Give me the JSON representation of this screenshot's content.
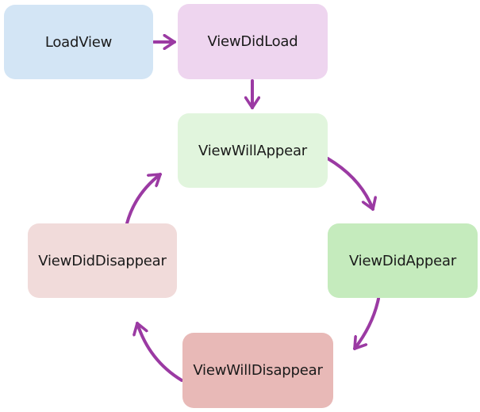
{
  "colors": {
    "arrow": "#9b3aa3"
  },
  "nodes": {
    "load_view": {
      "label": "LoadView",
      "color": "#d3e5f5"
    },
    "view_did_load": {
      "label": "ViewDidLoad",
      "color": "#eed5ef"
    },
    "view_will_appear": {
      "label": "ViewWillAppear",
      "color": "#e1f5dd"
    },
    "view_did_appear": {
      "label": "ViewDidAppear",
      "color": "#c5ebbd"
    },
    "view_will_disappear": {
      "label": "ViewWillDisappear",
      "color": "#e8b9b7"
    },
    "view_did_disappear": {
      "label": "ViewDidDisappear",
      "color": "#f1dbda"
    }
  },
  "edges": [
    {
      "from": "LoadView",
      "to": "ViewDidLoad"
    },
    {
      "from": "ViewDidLoad",
      "to": "ViewWillAppear"
    },
    {
      "from": "ViewWillAppear",
      "to": "ViewDidAppear"
    },
    {
      "from": "ViewDidAppear",
      "to": "ViewWillDisappear"
    },
    {
      "from": "ViewWillDisappear",
      "to": "ViewDidDisappear"
    },
    {
      "from": "ViewDidDisappear",
      "to": "ViewWillAppear"
    }
  ]
}
